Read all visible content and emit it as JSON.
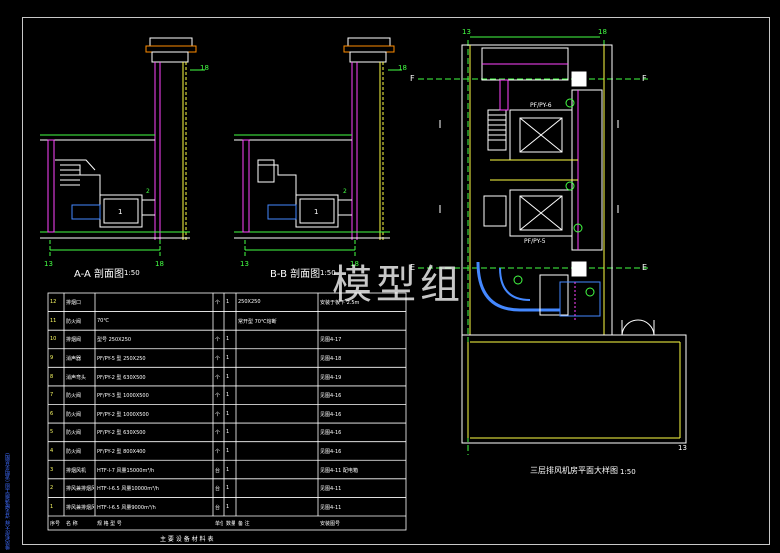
{
  "drawing": {
    "section_a_title": "A-A 剖面图",
    "section_a_scale": "1:50",
    "section_b_title": "B-B 剖面图",
    "section_b_scale": "1:50",
    "plan_title": "三层排风机房平面大样图",
    "plan_scale": "1:50",
    "table_caption": "主 要 设 备 材 料 表",
    "side_note": "排风机房大样 详见暖通施工图 (说明见总图)",
    "watermark": "模型组"
  },
  "grid_labels": {
    "a_left": "13",
    "a_right": "18",
    "a_top": "18",
    "b_left": "13",
    "b_right": "18",
    "b_top": "18",
    "plan_top_left": "13",
    "plan_top_right": "18",
    "plan_F_left": "F",
    "plan_F_right": "F",
    "plan_E_left": "E",
    "plan_E_right": "E",
    "plan_bottom_right": "13"
  },
  "equipment_tags": {
    "fan_a": "1",
    "fan_b": "1",
    "tag_a2": "2",
    "tag_b2": "2",
    "plan_unit_upper": "PF/PY-6",
    "plan_unit_lower": "PF/PY-5"
  },
  "table": {
    "rows": [
      {
        "no": "12",
        "name": "排烟口",
        "spec": "",
        "unit": "个",
        "qty": "1",
        "note": "250X250",
        "remark": "安装于板下 2.5m"
      },
      {
        "no": "11",
        "name": "防火阀",
        "spec": "70℃",
        "unit": "",
        "qty": "",
        "note": "常开型 70℃熔断",
        "remark": ""
      },
      {
        "no": "10",
        "name": "排烟阀",
        "spec": "型号  250X250",
        "unit": "个",
        "qty": "1",
        "note": "",
        "remark": "见图4-17"
      },
      {
        "no": "9",
        "name": "消声器",
        "spec": "PF/PY-5 型 250X250",
        "unit": "个",
        "qty": "1",
        "note": "",
        "remark": "见图4-18"
      },
      {
        "no": "8",
        "name": "消声弯头",
        "spec": "PF/PY-2 型 630X500",
        "unit": "个",
        "qty": "1",
        "note": "",
        "remark": "见图4-19"
      },
      {
        "no": "7",
        "name": "防火阀",
        "spec": "PF/PY-3 型  1000X500",
        "unit": "个",
        "qty": "1",
        "note": "",
        "remark": "见图4-16"
      },
      {
        "no": "6",
        "name": "防火阀",
        "spec": "PF/PY-2 型  1000X500",
        "unit": "个",
        "qty": "1",
        "note": "",
        "remark": "见图4-16"
      },
      {
        "no": "5",
        "name": "防火阀",
        "spec": "PF/PY-2 型 630X500",
        "unit": "个",
        "qty": "1",
        "note": "",
        "remark": "见图4-16"
      },
      {
        "no": "4",
        "name": "防火阀",
        "spec": "PF/PY-2 型 800X400",
        "unit": "个",
        "qty": "1",
        "note": "",
        "remark": "见图4-16"
      },
      {
        "no": "3",
        "name": "排烟风机",
        "spec": "HTF-I-7 风量15000m³/h",
        "unit": "台",
        "qty": "1",
        "note": "",
        "remark": "见图4-11 配电箱"
      },
      {
        "no": "2",
        "name": "排风兼排烟风机",
        "spec": "HTF-I-6.5 风量10000m³/h",
        "unit": "台",
        "qty": "1",
        "note": "",
        "remark": "见图4-11"
      },
      {
        "no": "1",
        "name": "排风兼排烟风机",
        "spec": "HTF-I-6.5 风量9000m³/h",
        "unit": "台",
        "qty": "1",
        "note": "",
        "remark": "见图4-11"
      }
    ],
    "header": {
      "no": "序号",
      "name": "名 称",
      "spec": "规 格 型 号",
      "unit": "单位",
      "qty": "数量",
      "note": "备 注",
      "remark": "安装图号"
    }
  }
}
